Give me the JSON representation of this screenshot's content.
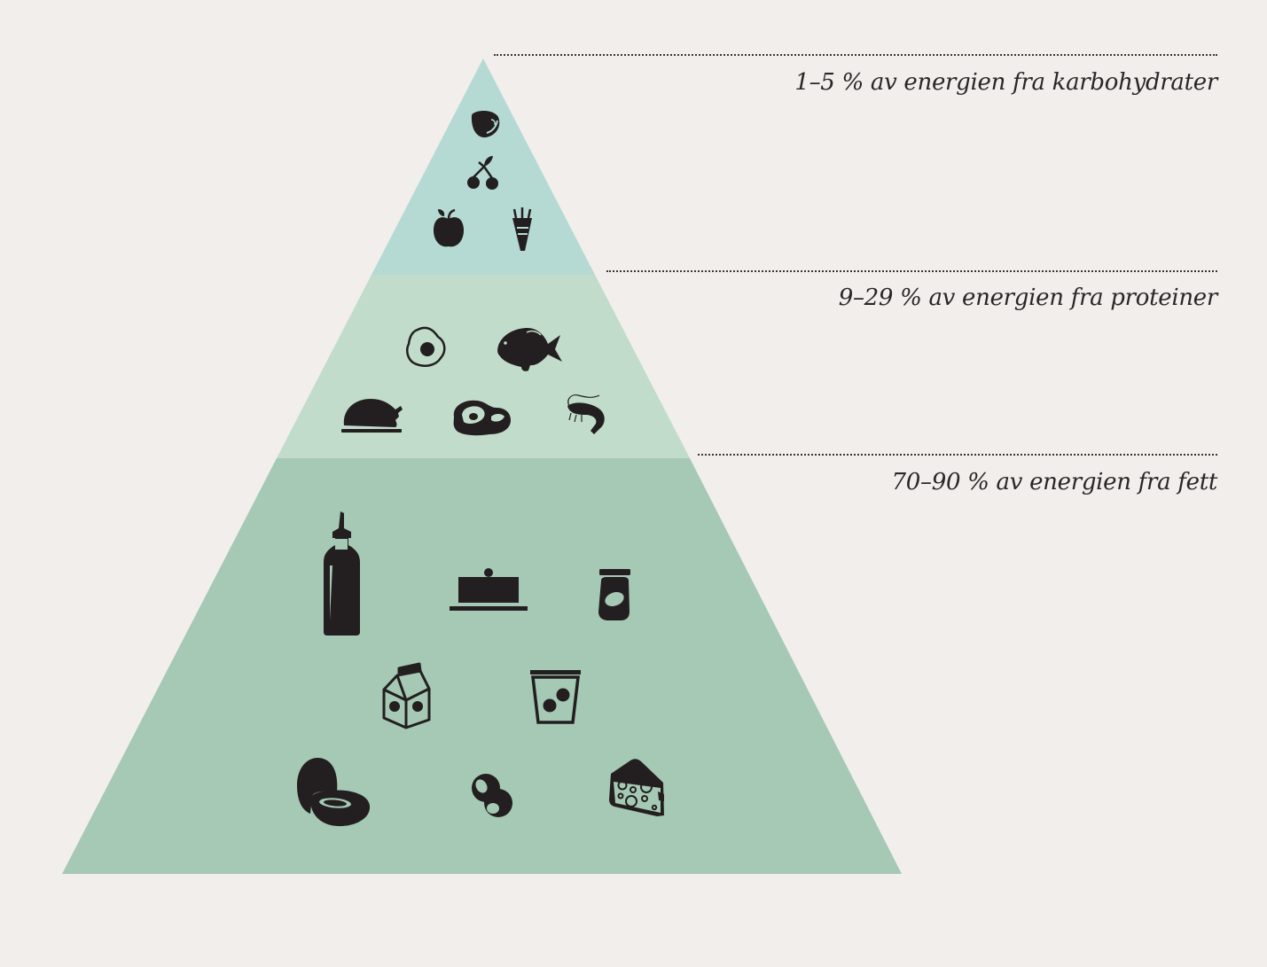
{
  "diagram": {
    "title": "",
    "type": "food-pyramid",
    "colors": {
      "background": "#f1eeec",
      "tier_top": "#b4dad3",
      "tier_middle": "#c1dccb",
      "tier_bottom": "#a5c9b4",
      "icon": "#231f20",
      "text": "#2a2626"
    },
    "tiers": [
      {
        "id": "carbohydrates",
        "label": "1–5 % av energien fra karbohydrater",
        "icons": [
          "hazelnut-icon",
          "cherries-icon",
          "apple-icon",
          "carrot-icon"
        ]
      },
      {
        "id": "proteins",
        "label": "9–29 % av energien fra proteiner",
        "icons": [
          "fried-egg-icon",
          "fish-icon",
          "roast-chicken-icon",
          "steak-icon",
          "shrimp-icon"
        ]
      },
      {
        "id": "fats",
        "label": "70–90 % av energien fra fett",
        "icons": [
          "oil-bottle-icon",
          "butter-dish-icon",
          "jar-icon",
          "milk-carton-icon",
          "cup-icon",
          "avocado-icon",
          "olives-icon",
          "cheese-icon"
        ]
      }
    ]
  }
}
